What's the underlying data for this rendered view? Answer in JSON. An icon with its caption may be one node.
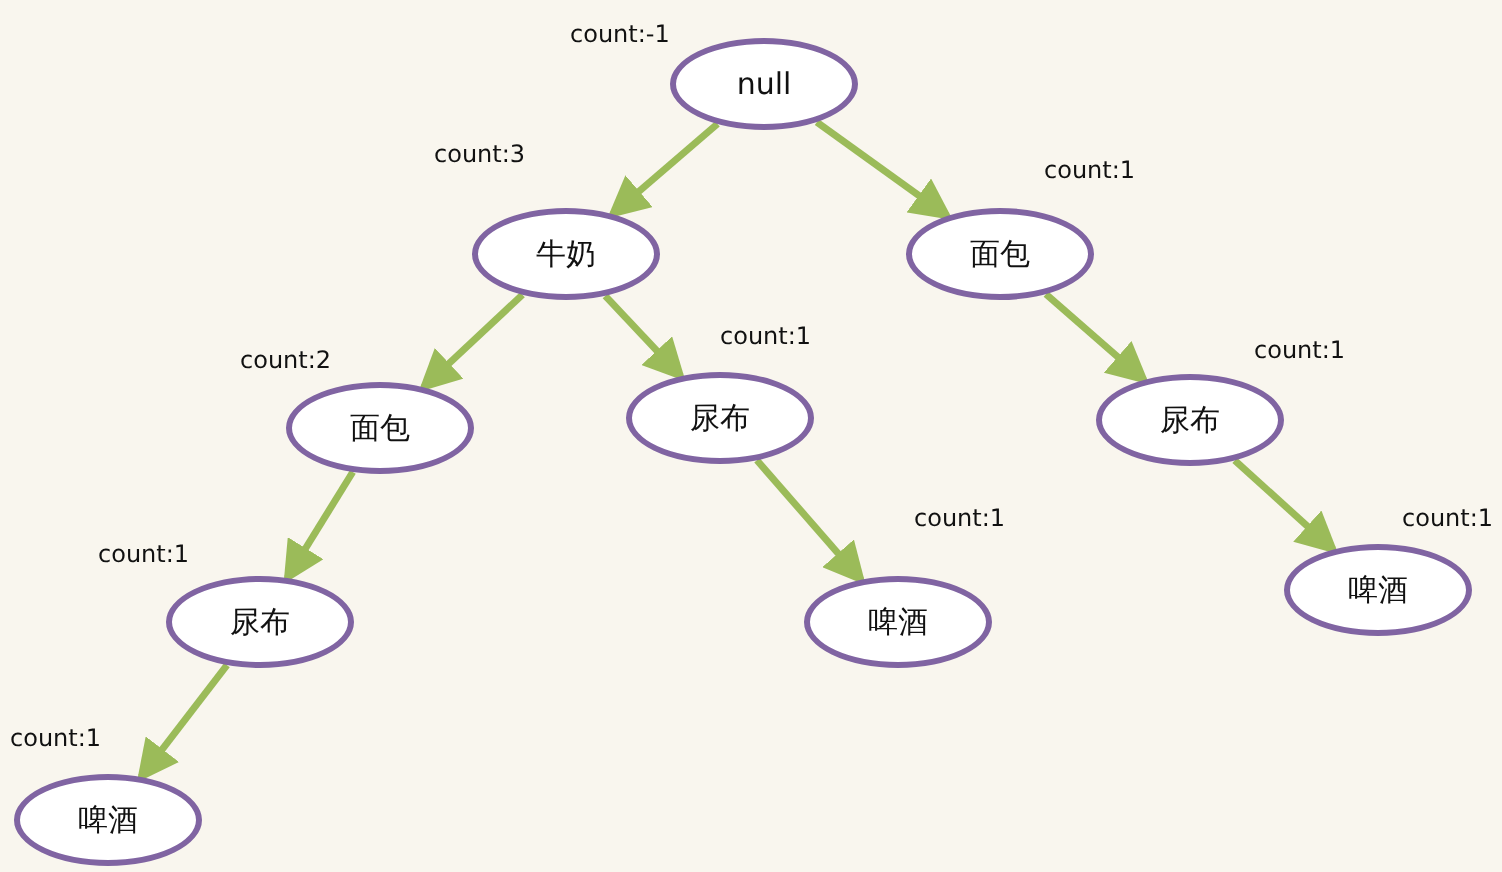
{
  "diagram": {
    "nodes": [
      {
        "text": [
          "null"
        ],
        "beside": [
          "count:-1"
        ]
      },
      {
        "text": [
          "牛奶"
        ],
        "beside": [
          "count:3"
        ]
      },
      {
        "text": [
          "面包"
        ],
        "beside": [
          "count:1"
        ]
      },
      {
        "text": [
          "面包"
        ],
        "beside": [
          "count:2"
        ]
      },
      {
        "text": [
          "尿布"
        ],
        "beside": [
          "count:1"
        ]
      },
      {
        "text": [
          "尿布"
        ],
        "beside": [
          "count:1"
        ]
      },
      {
        "text": [
          "尿布"
        ],
        "beside": [
          "count:1"
        ]
      },
      {
        "text": [
          "啤酒"
        ],
        "beside": [
          "count:1"
        ]
      },
      {
        "text": [
          "啤酒"
        ],
        "beside": [
          "count:1"
        ]
      },
      {
        "text": [
          "啤酒"
        ],
        "beside": [
          "count:1"
        ]
      }
    ],
    "edges": [
      {
        "from": 0,
        "to": 1,
        "arrow": "to"
      },
      {
        "from": 0,
        "to": 2,
        "arrow": "to"
      },
      {
        "from": 1,
        "to": 3,
        "arrow": "to"
      },
      {
        "from": 1,
        "to": 4,
        "arrow": "to"
      },
      {
        "from": 2,
        "to": 5,
        "arrow": "to"
      },
      {
        "from": 3,
        "to": 6,
        "arrow": "to"
      },
      {
        "from": 4,
        "to": 7,
        "arrow": "to"
      },
      {
        "from": 5,
        "to": 8,
        "arrow": "to"
      },
      {
        "from": 6,
        "to": 9,
        "arrow": "to"
      }
    ]
  }
}
